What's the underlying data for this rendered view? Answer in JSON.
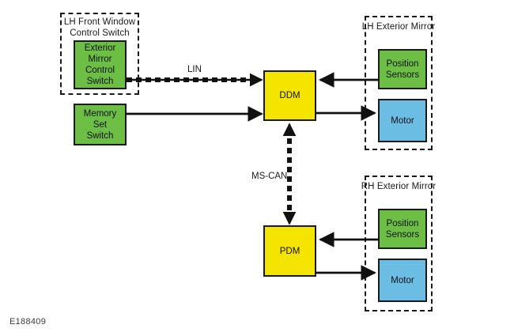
{
  "figure": {
    "id_label": "E188409",
    "colors": {
      "green": "#6cbe45",
      "yellow": "#f5e400",
      "blue": "#6bbde4",
      "line": "#1a1a1a",
      "background": "#ffffff"
    }
  },
  "groups": [
    {
      "name": "lh-front-window-control-switch",
      "label": "LH Front Window\nControl Switch"
    },
    {
      "name": "lh-exterior-mirror",
      "label": "LH Exterior Mirror"
    },
    {
      "name": "rh-exterior-mirror",
      "label": "RH Exterior Mirror"
    }
  ],
  "nodes": [
    {
      "name": "exterior-mirror-control-switch",
      "label": "Exterior\nMirror\nControl\nSwitch",
      "color": "green"
    },
    {
      "name": "memory-set-switch",
      "label": "Memory Set\nSwitch",
      "color": "green"
    },
    {
      "name": "ddm-module",
      "label": "DDM",
      "color": "yellow"
    },
    {
      "name": "pdm-module",
      "label": "PDM",
      "color": "yellow"
    },
    {
      "name": "lh-position-sensors",
      "label": "Position\nSensors",
      "color": "green"
    },
    {
      "name": "lh-motor",
      "label": "Motor",
      "color": "blue"
    },
    {
      "name": "rh-position-sensors",
      "label": "Position\nSensors",
      "color": "green"
    },
    {
      "name": "rh-motor",
      "label": "Motor",
      "color": "blue"
    }
  ],
  "edge_labels": {
    "lin": "LIN",
    "ms_can": "MS-CAN"
  }
}
